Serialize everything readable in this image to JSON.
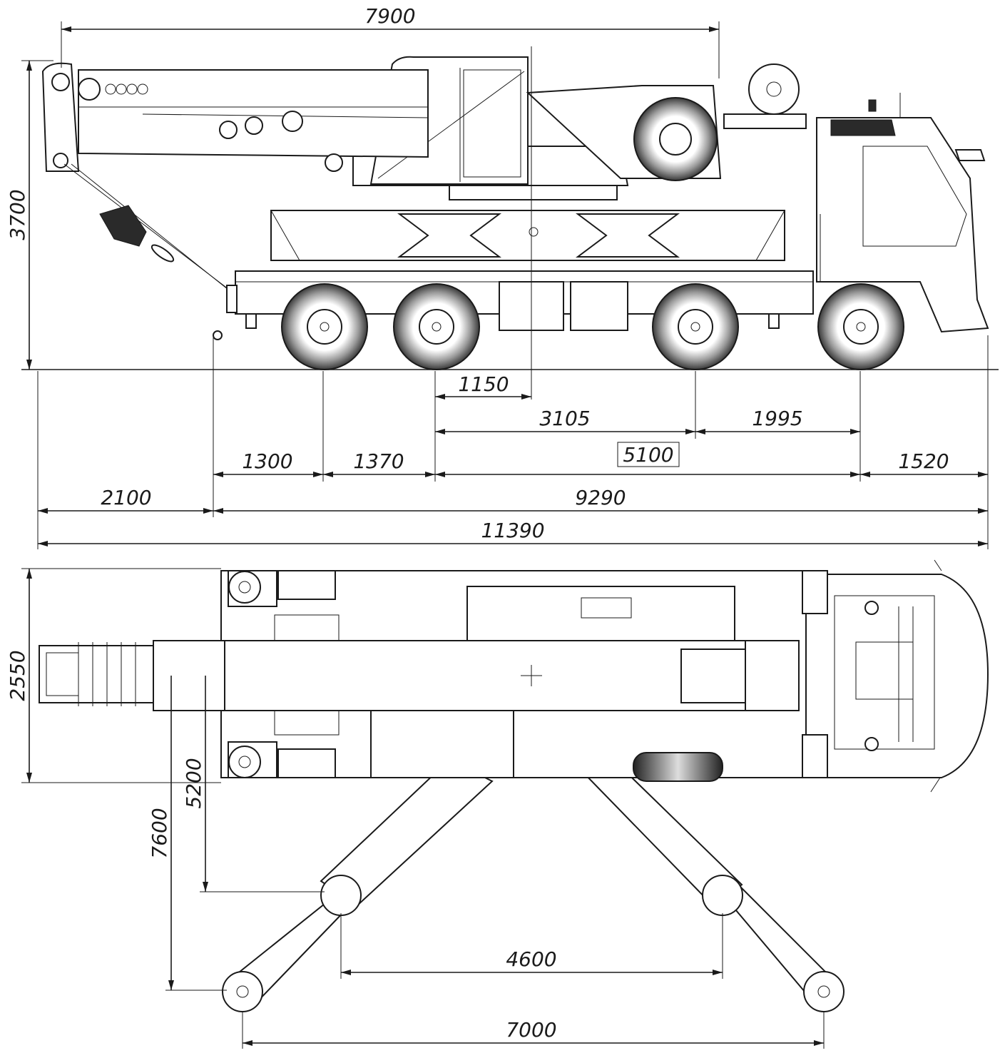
{
  "side_view": {
    "boom_reach": "7900",
    "overall_height": "3700",
    "wheel_to_slew": "1150",
    "axle_2_to_3": "3105",
    "axle_3_to_4": "1995",
    "wheelbase_boxed": "5100",
    "rear_overhang": "1300",
    "axle_1_to_2": "1370",
    "front_overhang": "1520",
    "boom_overhang": "2100",
    "chassis_length": "9290",
    "overall_length": "11390"
  },
  "top_view": {
    "overall_width": "2550",
    "outrigger_spread_inner_long": "5200",
    "outrigger_spread_outer_long": "7600",
    "outrigger_spread_inner_lat": "4600",
    "outrigger_spread_outer_lat": "7000"
  },
  "colors": {
    "line": "#1a1a1a",
    "background": "#ffffff"
  }
}
